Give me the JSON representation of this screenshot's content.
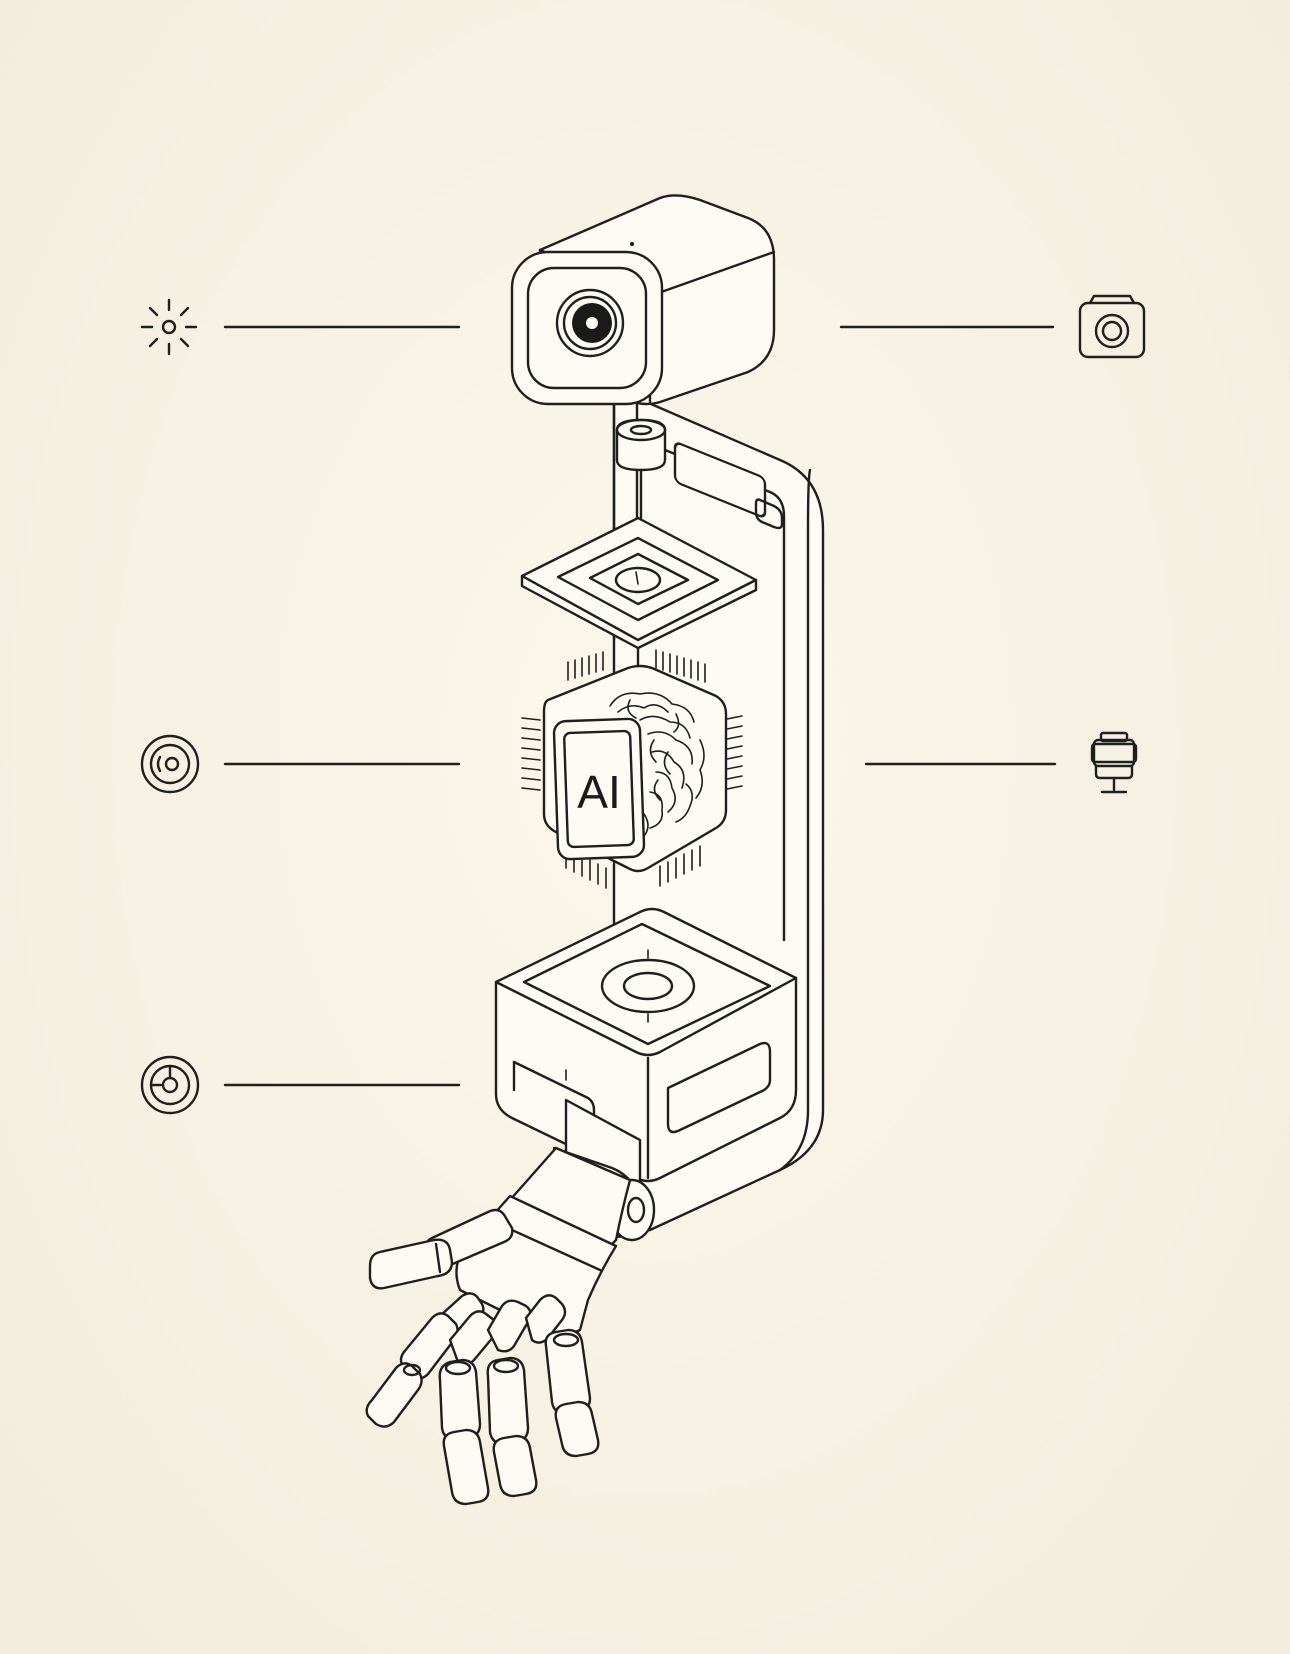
{
  "diagram": {
    "chip_label": "AI",
    "stroke_color": "#1f1f1f",
    "background_color": "#f6f1e2",
    "left_icons": [
      "sun-sensor-icon",
      "eye-vision-icon",
      "target-icon"
    ],
    "right_icons": [
      "camera-icon",
      "robot-head-icon"
    ],
    "components": [
      "camera-module",
      "mounting-column",
      "processor-plate",
      "ai-chip",
      "base-unit",
      "robotic-hand"
    ]
  }
}
